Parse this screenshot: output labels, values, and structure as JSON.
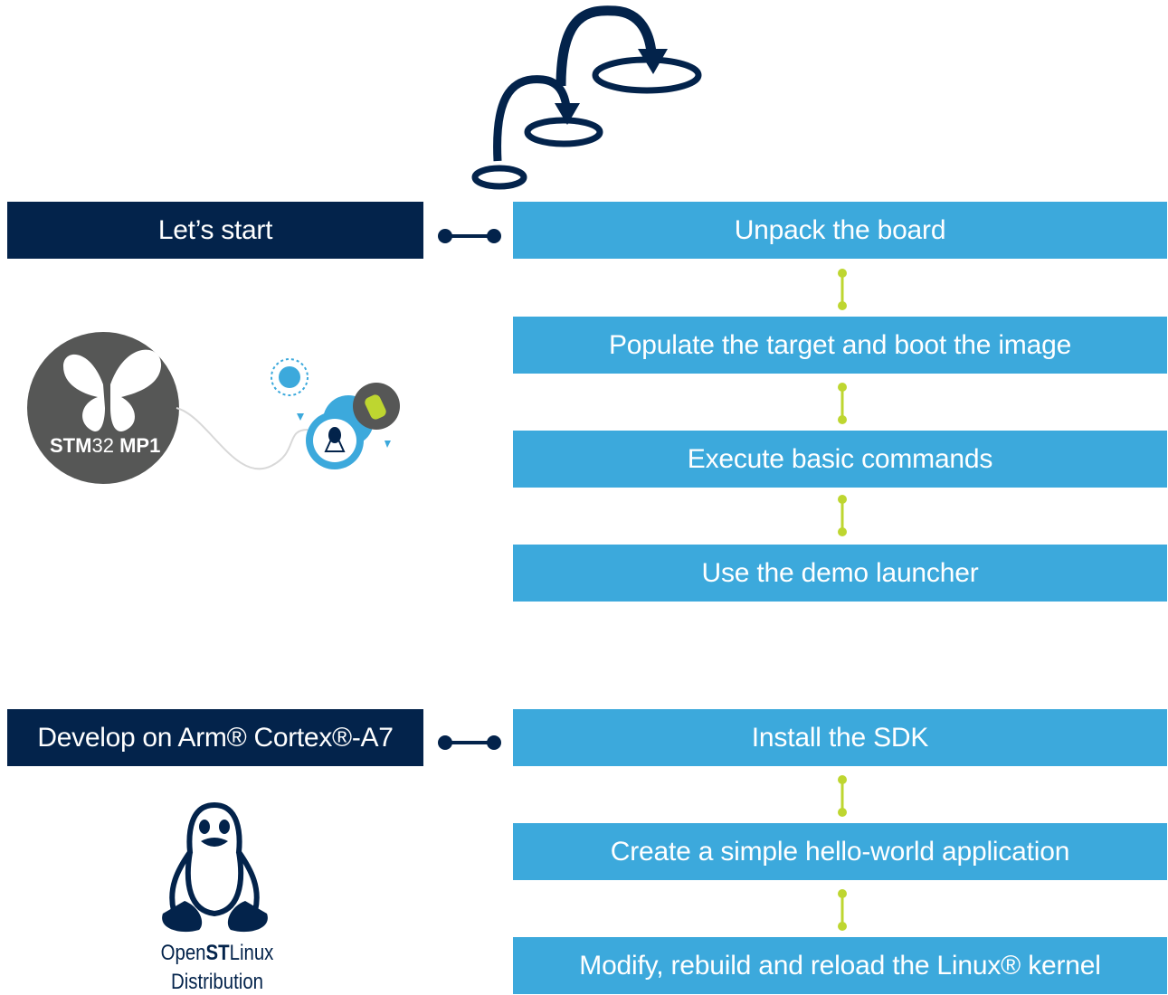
{
  "sections": [
    {
      "header": "Let’s start",
      "steps": [
        "Unpack the board",
        "Populate the target and boot the image",
        "Execute basic commands",
        "Use the demo launcher"
      ]
    },
    {
      "header": "Develop on Arm® Cortex®-A7",
      "steps": [
        "Install the SDK",
        "Create a simple hello-world application",
        "Modify, rebuild and reload the Linux® kernel"
      ]
    }
  ],
  "logos": {
    "stm32_bold1": "STM",
    "stm32_light": "32",
    "stm32_bold2": "MP1",
    "ost_open": "Open",
    "ost_st": "ST",
    "ost_linux": "Linux",
    "ost_distribution": "Distribution"
  },
  "colors": {
    "navy": "#03234b",
    "blue": "#3ca9dc",
    "lime": "#bed630",
    "grey": "#565756"
  },
  "icons": [
    "jump-arrows-icon",
    "stm32mp1-butterfly-logo",
    "linux-tux-badge-icon",
    "openstlinux-tux-logo"
  ]
}
